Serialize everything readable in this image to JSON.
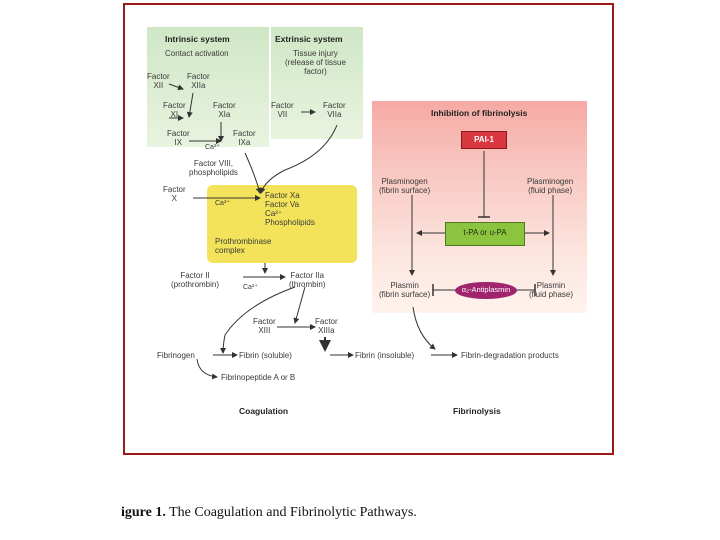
{
  "diagram": {
    "intrinsic": {
      "title": "Intrinsic system",
      "subtitle": "Contact activation",
      "factor_xii": "Factor\nXII",
      "factor_xiia": "Factor\nXIIa",
      "factor_xi": "Factor\nXI",
      "factor_xia": "Factor\nXIa",
      "factor_ix": "Factor\nIX",
      "factor_ixa": "Factor\nIXa",
      "ca_ix": "Ca²⁺"
    },
    "extrinsic": {
      "title": "Extrinsic system",
      "subtitle": "Tissue injury\n(release of tissue\nfactor)",
      "factor_vii": "Factor\nVII",
      "factor_viia": "Factor\nVIIa"
    },
    "common": {
      "factor_viii": "Factor VIII,\nphospholipids",
      "factor_x": "Factor\nX",
      "ca_x": "Ca²⁺",
      "complex_lines": "Factor Xa\nFactor Va\nCa²⁺\nPhospholipids",
      "prothrombinase": "Prothrombinase\ncomplex",
      "factor_ii": "Factor II\n(prothrombin)",
      "ca_ii": "Ca²⁺",
      "factor_iia": "Factor IIa\n(thrombin)",
      "factor_xiii": "Factor\nXIII",
      "factor_xiiia": "Factor\nXIIIa",
      "fibrinogen": "Fibrinogen",
      "fibrin_soluble": "Fibrin (soluble)",
      "fibrin_insoluble": "Fibrin (insoluble)",
      "degradation": "Fibrin-degradation products",
      "fibrinopeptide": "Fibrinopeptide A or B"
    },
    "fibrinolysis": {
      "title": "Inhibition of fibrinolysis",
      "pai": "PAI-1",
      "plasminogen_surface": "Plasminogen\n(fibrin surface)",
      "plasminogen_fluid": "Plasminogen\n(fluid phase)",
      "tpa": "t-PA or u-PA",
      "plasmin_surface": "Plasmin\n(fibrin surface)",
      "antiplasmin": "α₂-Antiplasmin",
      "plasmin_fluid": "Plasmin\n(fluid phase)"
    },
    "footer": {
      "coagulation": "Coagulation",
      "fibrinolysis": "Fibrinolysis"
    }
  },
  "caption": {
    "label": "igure 1.",
    "text": " The Coagulation and Fibrinolytic Pathways."
  },
  "colors": {
    "frame": "#9b1b1b",
    "green_panel": "#d8ecd0",
    "yellow_complex": "#f3e35a",
    "pink_panel": "#f8c5bf",
    "pai_box": "#d9373f",
    "tpa_box": "#8cc43f",
    "antiplasmin_oval": "#a0236d"
  }
}
